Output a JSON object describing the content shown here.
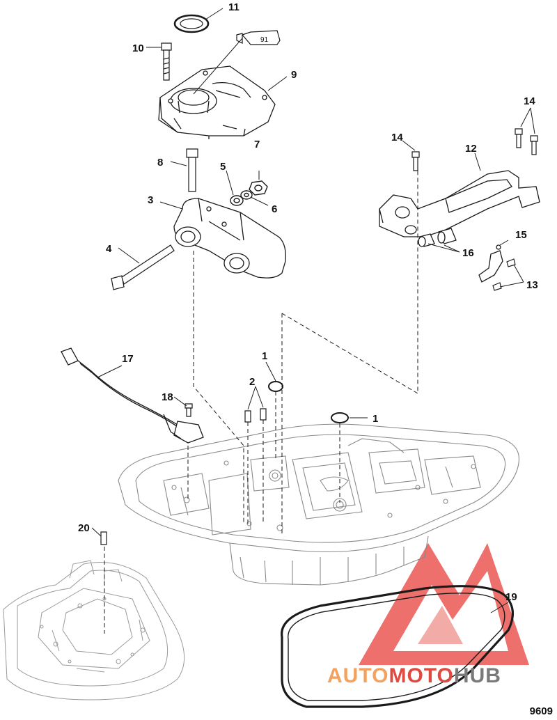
{
  "callouts": {
    "c1a": "1",
    "c1b": "1",
    "c2": "2",
    "c3": "3",
    "c4": "4",
    "c5": "5",
    "c6": "6",
    "c7": "7",
    "c8": "8",
    "c9": "9",
    "c10": "10",
    "c11": "11",
    "c12": "12",
    "c13": "13",
    "c14a": "14",
    "c14b": "14",
    "c15": "15",
    "c16": "16",
    "c17": "17",
    "c18": "18",
    "c19": "19",
    "c20": "20"
  },
  "sealant_tube_label": "91",
  "figure_number": "9609",
  "watermark": {
    "part1": "AUTO",
    "part2": "MOTO",
    "part3": "HUB",
    "colors": {
      "primary": "#f2a25e",
      "accent": "#e0493f",
      "dark": "#7a7a7a",
      "triangle": "#e8413b"
    }
  }
}
